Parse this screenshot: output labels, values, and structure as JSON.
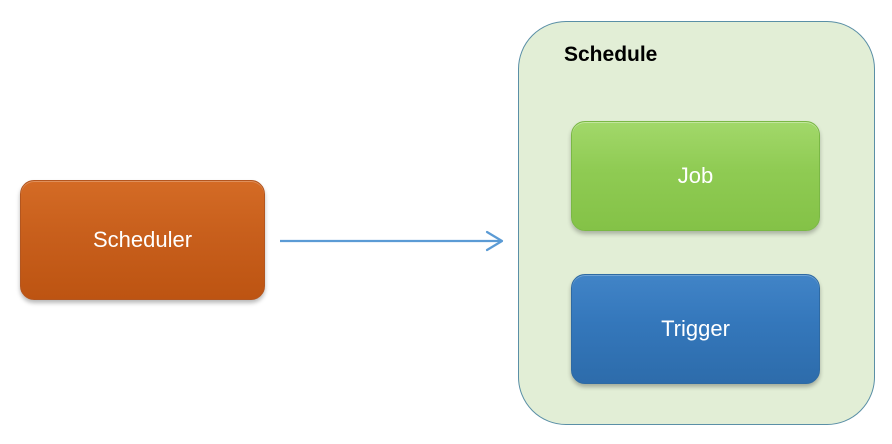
{
  "nodes": {
    "scheduler": {
      "label": "Scheduler",
      "color": "#c55a11"
    },
    "schedule": {
      "title": "Schedule",
      "fill": "#e2eed6",
      "border": "#5a8fa6"
    },
    "job": {
      "label": "Job",
      "color": "#92d050"
    },
    "trigger": {
      "label": "Trigger",
      "color": "#2e75b6"
    }
  },
  "edges": [
    {
      "from": "scheduler",
      "to": "schedule",
      "color": "#5b9bd5"
    }
  ]
}
